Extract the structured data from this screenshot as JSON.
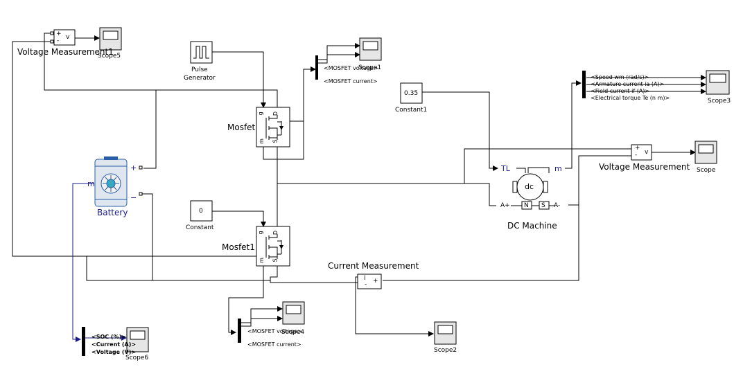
{
  "colors": {
    "wire": "#000000",
    "blue_wire": "#1a1a8c",
    "battery": "#2a5fa8",
    "block_border": "#000000"
  },
  "blocks": {
    "vm1": {
      "label": "Voltage Measurement1",
      "plus": "+",
      "minus": "-",
      "v": "v"
    },
    "scope5": {
      "label": "Scope5"
    },
    "pulse": {
      "label_line1": "Pulse",
      "label_line2": "Generator"
    },
    "mosfet": {
      "label": "Mosfet",
      "g": "g",
      "d": "D",
      "s": "S",
      "m": "m"
    },
    "mosfet1": {
      "label": "Mosfet1",
      "g": "g",
      "d": "D",
      "s": "S",
      "m": "m"
    },
    "scope1": {
      "label": "Scope1",
      "sig1": "<MOSFET voltage>",
      "sig2": "<MOSFET current>"
    },
    "scope4": {
      "label": "Scope4",
      "sig1": "<MOSFET voltage>",
      "sig2": "<MOSFET current>"
    },
    "constant1": {
      "value": "0.35",
      "label": "Constant1"
    },
    "constant": {
      "value": "0",
      "label": "Constant"
    },
    "battery": {
      "label": "Battery",
      "plus": "+",
      "minus": "−",
      "m": "m"
    },
    "scope3": {
      "label": "Scope3",
      "signals": [
        "<Speed wm (rad/s)>",
        "<Armature current ia (A)>",
        "<Field current if (A)>",
        "<Electrical torque Te (n m)>"
      ]
    },
    "vm": {
      "label": "Voltage Measurement",
      "plus": "+",
      "minus": "-",
      "v": "v"
    },
    "scope": {
      "label": "Scope"
    },
    "dcm": {
      "label": "DC Machine",
      "tl": "TL",
      "m": "m",
      "a_plus": "A+",
      "a_minus": "A-",
      "dc": "dc",
      "n": "N",
      "s": "S"
    },
    "cm": {
      "label": "Current Measurement",
      "i": "i",
      "plus": "+",
      "minus": "-"
    },
    "scope2": {
      "label": "Scope2"
    },
    "scope6": {
      "label": "Scope6",
      "signals": [
        "<SOC (%)>",
        "<Current (A)>",
        "<Voltage (V)>"
      ]
    }
  }
}
